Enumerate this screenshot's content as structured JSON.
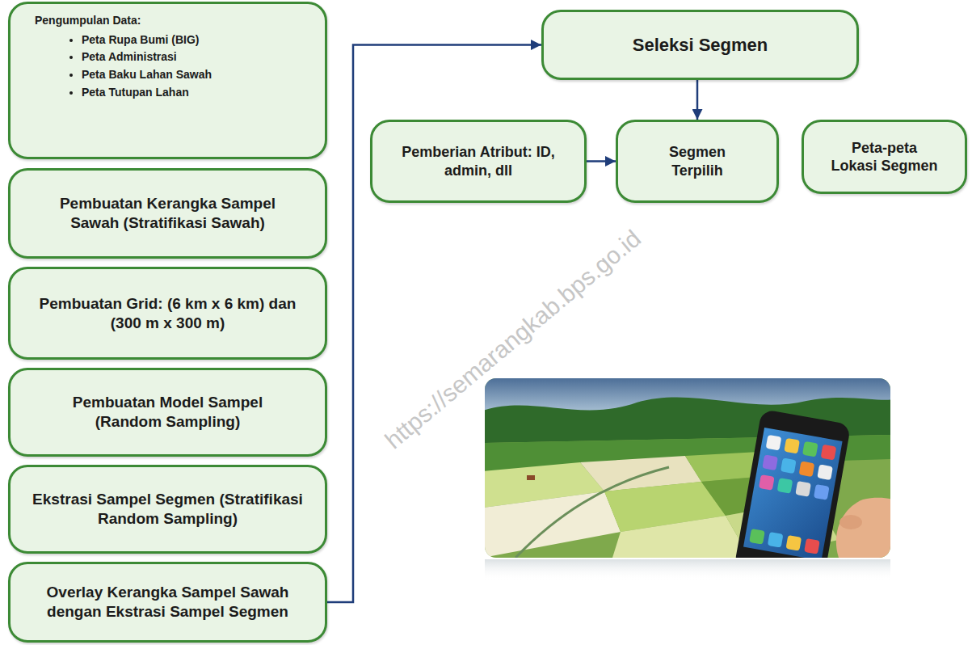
{
  "diagram": {
    "nodes": [
      {
        "text": [
          "Pengumpulan Data:",
          "Peta Rupa Bumi (BIG)",
          "Peta Administrasi",
          "Peta Baku Lahan Sawah",
          "Peta Tutupan Lahan"
        ]
      },
      {
        "text": [
          "Pembuatan Kerangka Sampel Sawah (Stratifikasi Sawah)"
        ]
      },
      {
        "text": [
          "Pembuatan Grid: (6 km x 6 km) dan (300 m x 300 m)"
        ]
      },
      {
        "text": [
          "Pembuatan Model Sampel (Random Sampling)"
        ]
      },
      {
        "text": [
          "Ekstrasi Sampel Segmen (Stratifikasi Random Sampling)"
        ]
      },
      {
        "text": [
          "Overlay Kerangka Sampel Sawah dengan Ekstrasi Sampel Segmen"
        ]
      },
      {
        "text": [
          "Seleksi Segmen"
        ]
      },
      {
        "text": [
          "Pemberian Atribut: ID, admin, dll"
        ]
      },
      {
        "text": [
          "Segmen Terpilih"
        ]
      },
      {
        "text": [
          "Peta-peta Lokasi Segmen"
        ]
      }
    ],
    "edges": [
      {
        "from": 5,
        "to": 6,
        "arrow": "to"
      },
      {
        "from": 6,
        "to": 8,
        "arrow": "to"
      },
      {
        "from": 7,
        "to": 8,
        "arrow": "to"
      }
    ],
    "labels": [
      "https://semarangkab.bps.go.id"
    ]
  }
}
